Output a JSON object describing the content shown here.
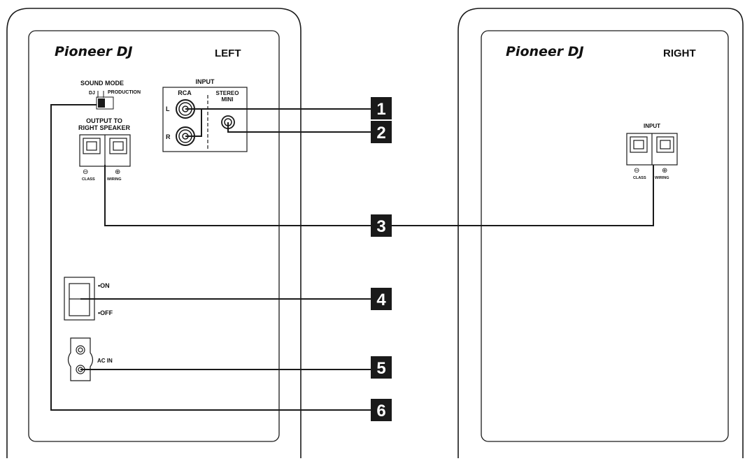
{
  "left_panel": {
    "brand": "Pioneer DJ",
    "side": "LEFT",
    "sound_mode": {
      "title": "SOUND MODE",
      "opt_dj": "DJ",
      "opt_production": "PRODUCTION"
    },
    "input": {
      "title": "INPUT",
      "rca": "RCA",
      "stereo_mini": [
        "STEREO",
        "MINI"
      ],
      "l": "L",
      "r": "R"
    },
    "output": {
      "title": [
        "OUTPUT TO",
        "RIGHT SPEAKER"
      ],
      "minus": "⊖",
      "plus": "⊕",
      "class_label": "CLASS",
      "wiring_label": "WIRING"
    },
    "power": {
      "on": "•ON",
      "off": "•OFF"
    },
    "ac": {
      "label": "AC IN"
    }
  },
  "right_panel": {
    "brand": "Pioneer DJ",
    "side": "RIGHT",
    "input": {
      "title": "INPUT",
      "minus": "⊖",
      "plus": "⊕",
      "class_label": "CLASS",
      "wiring_label": "WIRING"
    }
  },
  "callouts": [
    {
      "number": "1",
      "target": "RCA input"
    },
    {
      "number": "2",
      "target": "Stereo mini input"
    },
    {
      "number": "3",
      "target": "Speaker wire output"
    },
    {
      "number": "4",
      "target": "Power switch"
    },
    {
      "number": "5",
      "target": "AC IN"
    },
    {
      "number": "6",
      "target": "Sound mode switch"
    }
  ],
  "colors": {
    "line": "#1a1a1a",
    "callout_bg": "#1a1a1a",
    "callout_text": "#ffffff",
    "background": "#ffffff"
  }
}
